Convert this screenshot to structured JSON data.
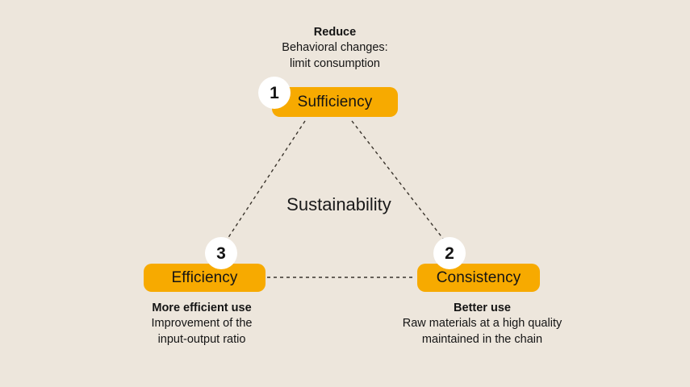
{
  "diagram": {
    "center_label": "Sustainability",
    "background_color": "#EDE6DC",
    "accent_color": "#F7AA00",
    "badge_color": "#FFFFFF",
    "connector_color": "#3A342C",
    "nodes": [
      {
        "id": "sufficiency",
        "number": "1",
        "label": "Sufficiency",
        "caption_title": "Reduce",
        "caption_line1": "Behavioral changes:",
        "caption_line2": "limit consumption"
      },
      {
        "id": "consistency",
        "number": "2",
        "label": "Consistency",
        "caption_title": "Better use",
        "caption_line1": "Raw materials at a high quality",
        "caption_line2": "maintained in the chain"
      },
      {
        "id": "efficiency",
        "number": "3",
        "label": "Efficiency",
        "caption_title": "More efficient use",
        "caption_line1": "Improvement of the",
        "caption_line2": "input-output ratio"
      }
    ]
  }
}
